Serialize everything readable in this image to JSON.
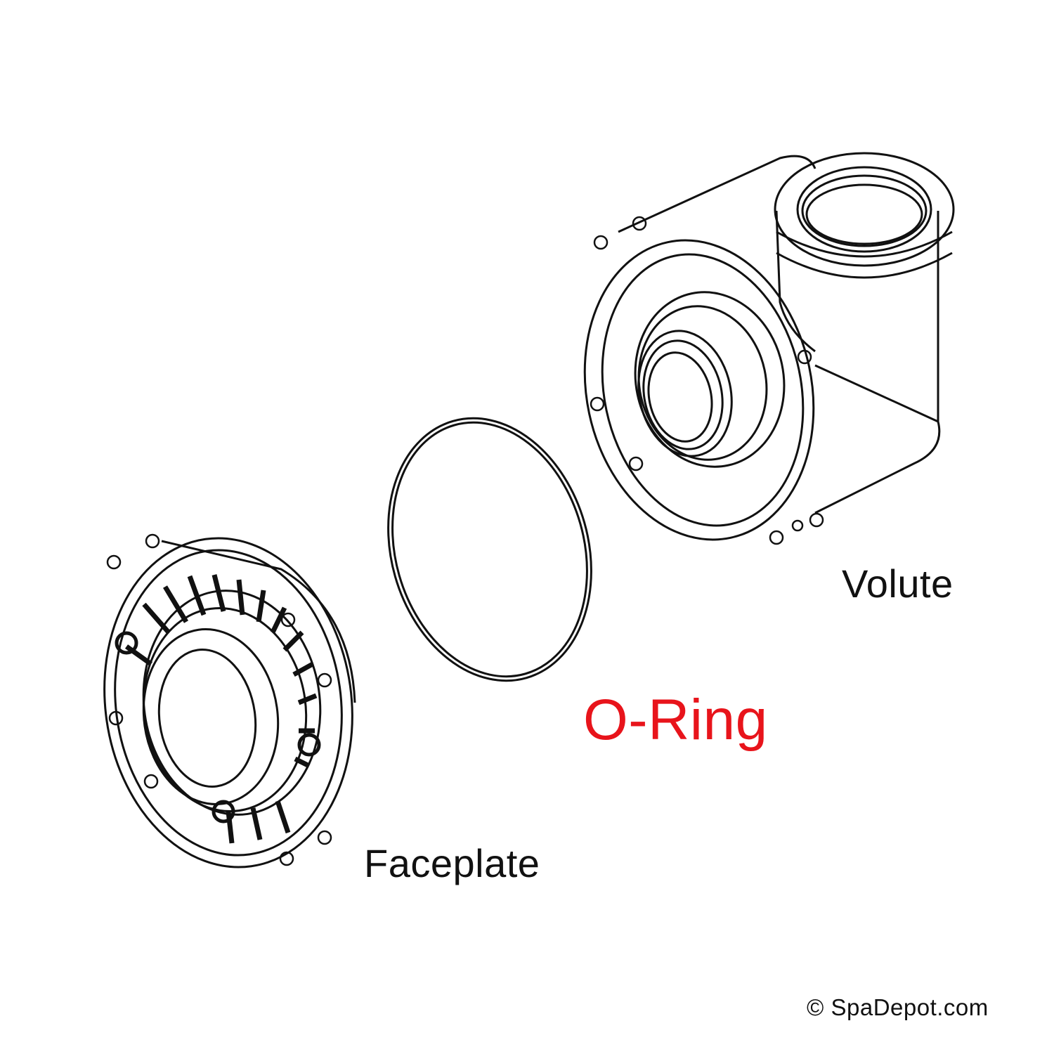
{
  "labels": {
    "volute": "Volute",
    "oring": "O-Ring",
    "faceplate": "Faceplate",
    "copyright": "© SpaDepot.com"
  },
  "colors": {
    "line": "#111111",
    "highlight": "#e8141b",
    "background": "#ffffff"
  }
}
